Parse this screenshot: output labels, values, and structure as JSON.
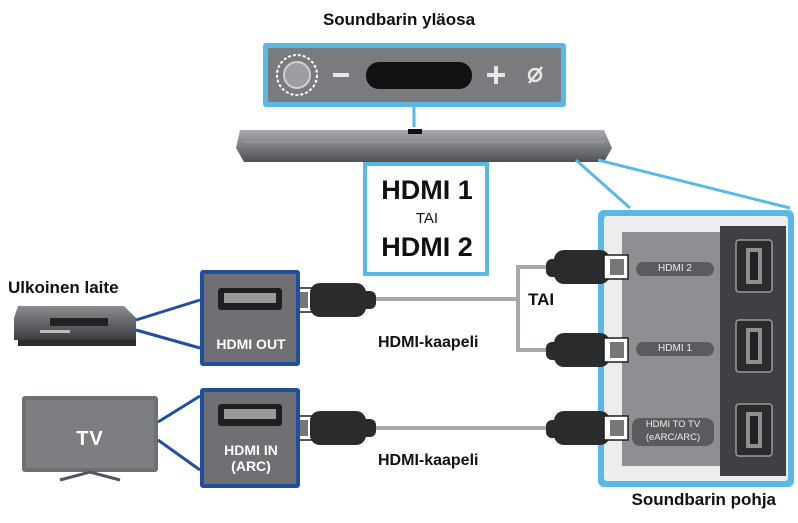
{
  "labels": {
    "soundbar_top": "Soundbarin yläosa",
    "soundbar_bottom": "Soundbarin pohja",
    "external_device": "Ulkoinen laite",
    "tv": "TV",
    "cable_top": "HDMI-kaapeli",
    "cable_bottom": "HDMI-kaapeli",
    "or_between_ports": "TAI"
  },
  "callout": {
    "hdmi1": "HDMI 1",
    "or": "TAI",
    "hdmi2": "HDMI 2"
  },
  "ports": {
    "device_out": "HDMI OUT",
    "tv_in_line1": "HDMI IN",
    "tv_in_line2": "(ARC)",
    "soundbar_hdmi2": "HDMI 2",
    "soundbar_hdmi1": "HDMI 1",
    "soundbar_tv_line1": "HDMI TO TV",
    "soundbar_tv_line2": "(eARC/ARC)"
  },
  "top_panel_buttons": [
    "power-button",
    "volume-down-button",
    "display-window",
    "volume-up-button",
    "mute-button"
  ],
  "colors": {
    "highlight": "#59b9e6",
    "port_panel": "#5a5b5e",
    "cable": "#a6a8ab",
    "device_outline": "#1f4fa0"
  }
}
